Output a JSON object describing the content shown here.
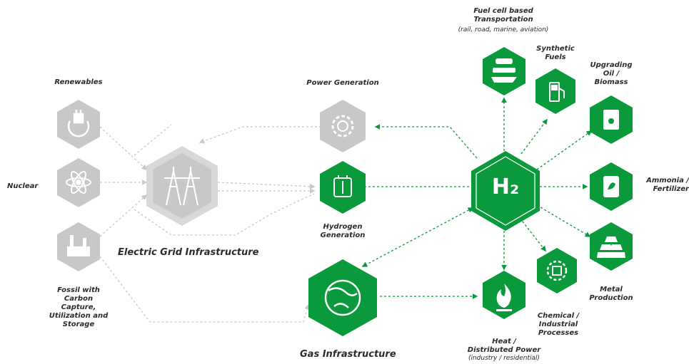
{
  "colors": {
    "green": "#0a9a3c",
    "green_dark": "#08802f",
    "grey": "#c8c8c8",
    "grey_dark": "#b0b0b0",
    "text": "#2b2b2b"
  },
  "nodes": {
    "renewables": {
      "label": "Renewables",
      "icon": "plug-recycle-icon"
    },
    "nuclear": {
      "label": "Nuclear",
      "icon": "atom-icon"
    },
    "fossil": {
      "label": "Fossil with\nCarbon\nCapture,\nUtilization and\nStorage",
      "icon": "factory-icon"
    },
    "grid": {
      "label": "Electric Grid Infrastructure",
      "icon": "transmission-tower-icon"
    },
    "power_generation": {
      "label": "Power Generation",
      "icon": "turbine-gear-icon"
    },
    "hydrogen_generation": {
      "label": "Hydrogen\nGeneration",
      "icon": "electrolyzer-icon"
    },
    "gas": {
      "label": "Gas Infrastructure",
      "icon": "globe-flame-icon"
    },
    "h2": {
      "label": "H₂",
      "icon": "h2-hub"
    },
    "transportation": {
      "label": "Fuel cell based\nTransportation",
      "sublabel": "(rail, road, marine, aviation)",
      "icon": "vehicles-icon"
    },
    "synthetic_fuels": {
      "label": "Synthetic\nFuels",
      "icon": "fuel-pump-icon"
    },
    "upgrading": {
      "label": "Upgrading\nOil /\nBiomass",
      "icon": "oil-barrel-icon"
    },
    "ammonia": {
      "label": "Ammonia /\nFertilizer",
      "icon": "fertilizer-bag-icon"
    },
    "metal": {
      "label": "Metal\nProduction",
      "icon": "metal-ingots-icon"
    },
    "chemical": {
      "label": "Chemical /\nIndustrial\nProcesses",
      "icon": "chemical-gear-icon"
    },
    "heat": {
      "label": "Heat /\nDistributed Power",
      "sublabel": "(industry / residential)",
      "icon": "flame-icon"
    }
  }
}
